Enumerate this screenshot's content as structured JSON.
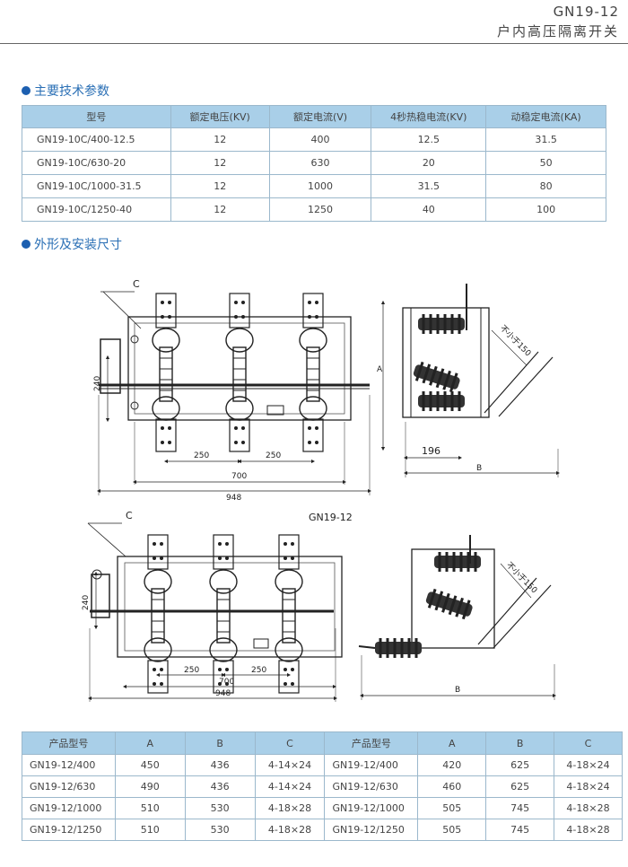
{
  "header": {
    "model": "GN19-12",
    "name": "户内高压隔离开关"
  },
  "sections": {
    "specs_title": "主要技术参数",
    "dims_title": "外形及安装尺寸"
  },
  "specs": {
    "headers": [
      "型号",
      "额定电压(KV)",
      "额定电流(V)",
      "4秒热稳电流(KV)",
      "动稳定电流(KA)"
    ],
    "rows": [
      [
        "GN19-10C/400-12.5",
        "12",
        "400",
        "12.5",
        "31.5"
      ],
      [
        "GN19-10C/630-20",
        "12",
        "630",
        "20",
        "50"
      ],
      [
        "GN19-10C/1000-31.5",
        "12",
        "1000",
        "31.5",
        "80"
      ],
      [
        "GN19-10C/1250-40",
        "12",
        "1250",
        "40",
        "100"
      ]
    ]
  },
  "drawing1": {
    "c": "C",
    "h240": "240",
    "d250a": "250",
    "d250b": "250",
    "d700": "700",
    "d948": "948",
    "a": "A",
    "d196": "196",
    "b": "B",
    "gap": "不小于150"
  },
  "drawing2": {
    "title": "GN19-12",
    "c": "C",
    "h240": "240",
    "d250a": "250",
    "d250b": "250",
    "d700": "700",
    "d948": "948",
    "b": "B",
    "gap": "不小于150"
  },
  "dims": {
    "headers": [
      "产品型号",
      "A",
      "B",
      "C",
      "产品型号",
      "A",
      "B",
      "C"
    ],
    "rows": [
      [
        "GN19-12/400",
        "450",
        "436",
        "4-14×24",
        "GN19-12/400",
        "420",
        "625",
        "4-18×24"
      ],
      [
        "GN19-12/630",
        "490",
        "436",
        "4-14×24",
        "GN19-12/630",
        "460",
        "625",
        "4-18×24"
      ],
      [
        "GN19-12/1000",
        "510",
        "530",
        "4-18×28",
        "GN19-12/1000",
        "505",
        "745",
        "4-18×28"
      ],
      [
        "GN19-12/1250",
        "510",
        "530",
        "4-18×28",
        "GN19-12/1250",
        "505",
        "745",
        "4-18×28"
      ]
    ]
  }
}
